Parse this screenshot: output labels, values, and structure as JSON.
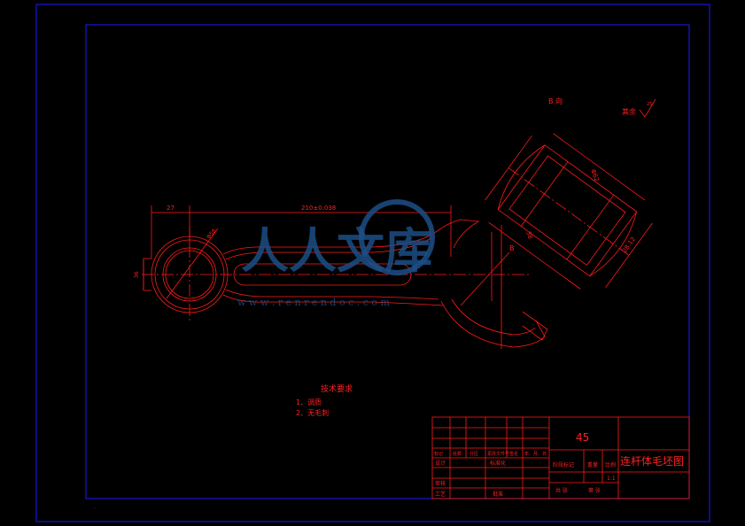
{
  "colors": {
    "background": "#000000",
    "frame": "#1a1aff",
    "lines": "#ff1a1a",
    "watermark": "#1c4f86"
  },
  "view_labels": {
    "view_b": "B 向",
    "roughness_other": "其余"
  },
  "dimensions": {
    "left_27": "27",
    "center_distance": "210±0.038",
    "small_bore": "36",
    "big_bore": "Φ58",
    "side_b": "B",
    "right_oblique_1": "Φ62",
    "right_oblique_2": "38",
    "right_oblique_3": "28.12",
    "roughness_value": "25"
  },
  "tech_requirements": {
    "title": "技术要求",
    "items": [
      "1、调质",
      "2、无毛刺"
    ]
  },
  "title_block": {
    "material": "45",
    "drawing_name": "连杆体毛坯图",
    "row_headers": [
      "标记",
      "处数",
      "分区",
      "更改文件号",
      "签名",
      "年、月、日"
    ],
    "roles": [
      "设计",
      "审核",
      "工艺"
    ],
    "stage_headers": [
      "阶段标记",
      "重量",
      "比例"
    ],
    "scale": "1:1",
    "sheet_info": [
      "共 张",
      "第 张"
    ],
    "standardization": "标准化",
    "approve": "批准"
  },
  "watermark": {
    "text": "人人文库",
    "url": "w w w . r e n r e n d o c . c o m"
  },
  "footer_dot": "."
}
